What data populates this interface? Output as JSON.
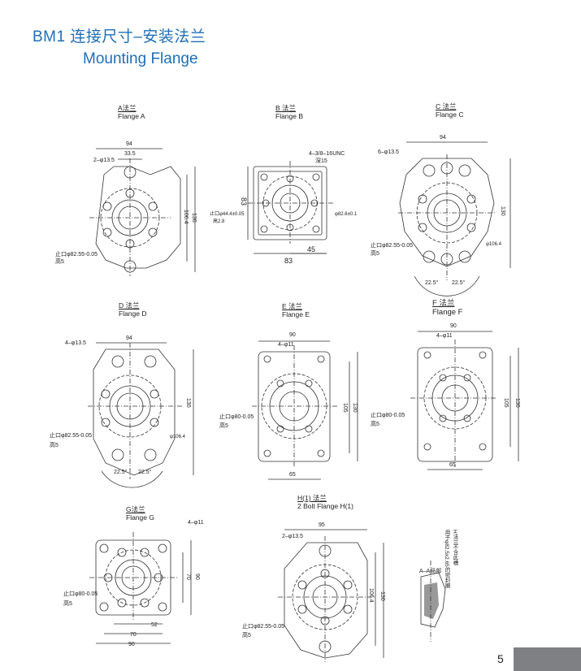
{
  "header": {
    "title_zh": "BM1 连接尺寸–安装法兰",
    "title_en": "Mounting Flange"
  },
  "flanges": {
    "a": {
      "zh": "A法兰",
      "en": "Flange A",
      "d_top": "94",
      "d_sub": "33.5",
      "holes": "2–φ13.5",
      "d_v1": "106.4",
      "d_v2": "130",
      "pilot": "止口φ82.55",
      "pilot_tol": "-0.05",
      "depth": "高5"
    },
    "b": {
      "zh": "B 法兰",
      "en": "Flange B",
      "thread": "4–3/8–16UNC",
      "thread_depth": "深15",
      "d_left": "83",
      "d_bottom": "83",
      "d_half": "45",
      "pilot": "止口φ44.4±0.05",
      "depth": "高2.8",
      "bolt_circle": "φ82.6±0.1"
    },
    "c": {
      "zh": "C 法兰",
      "en": "Flange C",
      "d_top": "94",
      "holes": "6–φ13.5",
      "d_v": "130",
      "bolt_circle": "φ106.4",
      "pilot": "止口φ82.55",
      "pilot_tol": "-0.05",
      "depth": "高5",
      "ang1": "22.5°",
      "ang2": "22.5°"
    },
    "d": {
      "zh": "D 法兰",
      "en": "Flange D",
      "d_top": "94",
      "holes": "4–φ13.5",
      "d_v": "130",
      "bolt_circle": "φ106.4",
      "pilot": "止口φ82.55",
      "pilot_tol": "-0.05",
      "depth": "高5",
      "ang1": "22.5°",
      "ang2": "22.5°"
    },
    "e": {
      "zh": "E 法兰",
      "en": "Flange E",
      "d_top": "90",
      "holes": "4–φ11",
      "d_v1": "105",
      "d_v2": "130",
      "d_bottom": "65",
      "pilot": "止口φ80",
      "pilot_tol": "-0.05",
      "depth": "高5"
    },
    "f": {
      "zh": "F  法兰",
      "en": "Flange  F",
      "d_top": "90",
      "holes": "4–φ11",
      "d_v1": "105",
      "d_v2": "130",
      "d_bottom": "65",
      "pilot": "止口φ80",
      "pilot_tol": "-0.05",
      "depth": "高5"
    },
    "g": {
      "zh": "G法兰",
      "en": "Flange G",
      "holes": "4–φ11",
      "d_v1": "70",
      "d_v2": "90",
      "d_b1": "52",
      "d_b2": "70",
      "d_b3": "90",
      "pilot": "止口φ80",
      "pilot_tol": "-0.05",
      "depth": "高5"
    },
    "h": {
      "zh": "H(1) 法兰",
      "en": "2 Bolt Flange H(1)",
      "d_top": "95",
      "holes": "2–φ13.5",
      "d_v1": "106.4",
      "d_v2": "130",
      "pilot": "止口φ82.55",
      "pilot_tol": "-0.05",
      "depth": "高5"
    }
  },
  "detail": {
    "label": "A–A局部",
    "note1": "用于φ82.5x2.65的密封圈",
    "note2": "H法兰不含此槽"
  },
  "footer": {
    "page_number": "5"
  }
}
